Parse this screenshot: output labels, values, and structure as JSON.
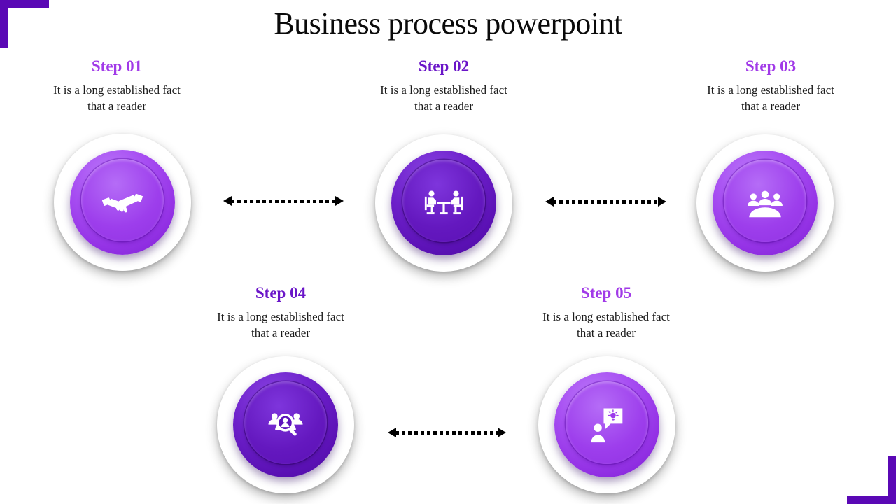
{
  "slide": {
    "title": "Business process powerpoint",
    "steps": [
      {
        "label": "Step 01",
        "description": "It is a long established fact that a reader",
        "icon": "handshake-icon",
        "theme": "light"
      },
      {
        "label": "Step 02",
        "description": "It is a long established fact that a reader",
        "icon": "meeting-icon",
        "theme": "dark"
      },
      {
        "label": "Step 03",
        "description": "It is a long established fact that a reader",
        "icon": "group-round-table-icon",
        "theme": "light"
      },
      {
        "label": "Step 04",
        "description": "It is a long established fact that a reader",
        "icon": "people-search-icon",
        "theme": "dark"
      },
      {
        "label": "Step 05",
        "description": "It is a long established fact that a reader",
        "icon": "idea-speech-bubble-icon",
        "theme": "light"
      }
    ],
    "connectors": [
      {
        "between": "step-01-and-step-02",
        "style": "dotted-double-arrow"
      },
      {
        "between": "step-02-and-step-03",
        "style": "dotted-double-arrow"
      },
      {
        "between": "step-04-and-step-05",
        "style": "dotted-double-arrow"
      }
    ],
    "colors": {
      "light_purple": "#9d3cec",
      "dark_purple": "#5e13bb",
      "heading_light": "#a13ae8",
      "heading_dark": "#6a15c8",
      "corner_accent": "#5a08b5",
      "arrow_black": "#000000",
      "body_text": "#1c1c1c",
      "title_text": "#0a0a0a"
    }
  }
}
